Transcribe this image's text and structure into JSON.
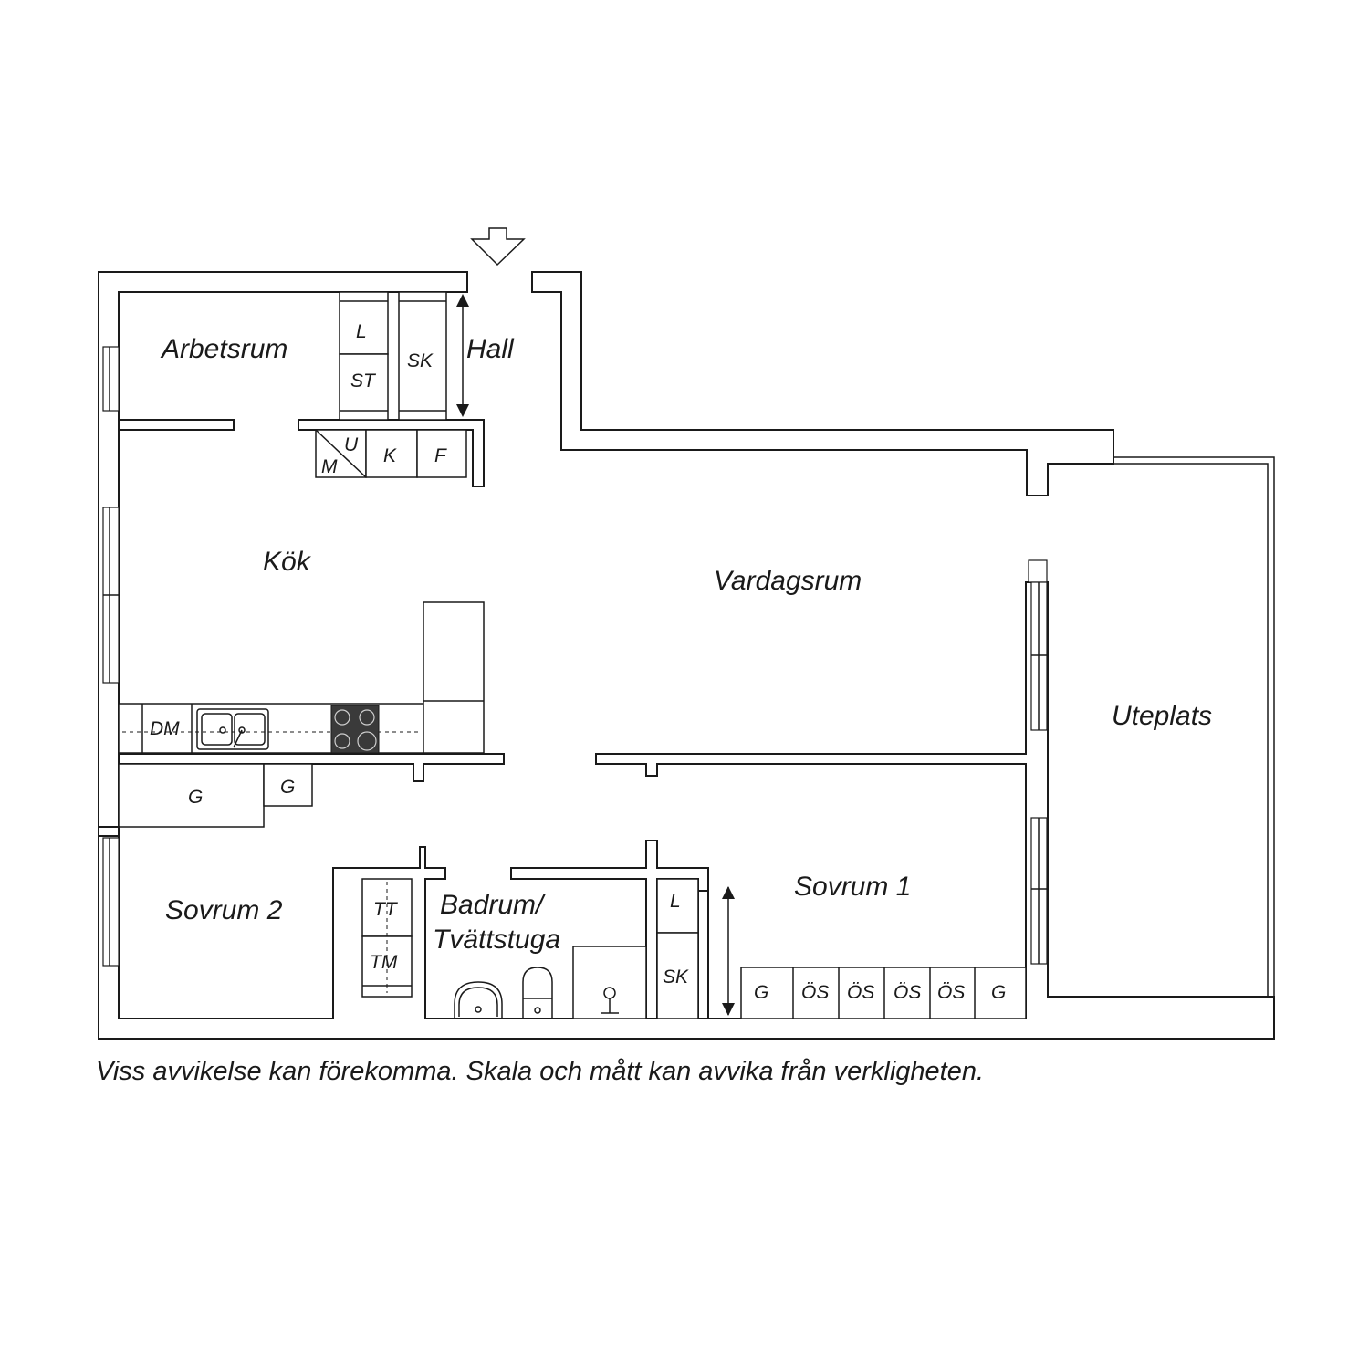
{
  "rooms": {
    "arbetsrum": "Arbetsrum",
    "hall": "Hall",
    "kok": "Kök",
    "vardagsrum": "Vardagsrum",
    "uteplats": "Uteplats",
    "sovrum1": "Sovrum 1",
    "sovrum2": "Sovrum 2",
    "badrum_line1": "Badrum/",
    "badrum_line2": "Tvättstuga"
  },
  "fixtures": {
    "L_top": "L",
    "ST": "ST",
    "SK_hall": "SK",
    "U": "U",
    "M": "M",
    "K": "K",
    "F": "F",
    "DM": "DM",
    "G_left_big": "G",
    "G_left_small": "G",
    "TT": "TT",
    "TM": "TM",
    "L_bed": "L",
    "SK_bed": "SK",
    "G_s1": "G",
    "OS_1": "ÖS",
    "OS_2": "ÖS",
    "OS_3": "ÖS",
    "OS_4": "ÖS",
    "G_s2": "G"
  },
  "icons": [
    "entrance-arrow-icon",
    "sink-icon",
    "stove-icon",
    "toilet-icon",
    "washbasin-icon",
    "shower-icon",
    "window-icon",
    "double-arrow-icon"
  ],
  "caption": "Viss avvikelse kan förekomma. Skala och mått kan avvika från verkligheten."
}
